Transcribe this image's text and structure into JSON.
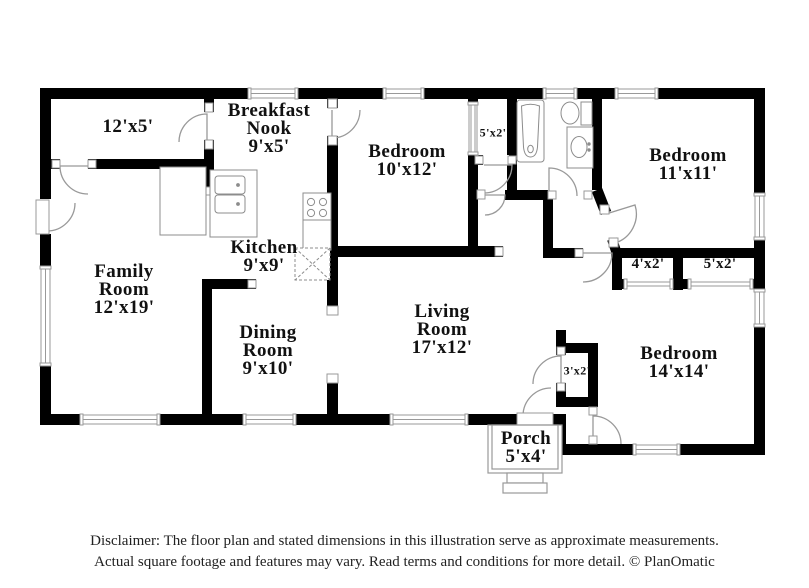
{
  "title": "Floor plan",
  "rooms": [
    {
      "id": "storage",
      "label": "12'x5'"
    },
    {
      "id": "breakfast-nook",
      "label": "Breakfast\nNook\n9'x5'"
    },
    {
      "id": "kitchen",
      "label": "Kitchen\n9'x9'"
    },
    {
      "id": "family-room",
      "label": "Family\nRoom\n12'x19'"
    },
    {
      "id": "dining-room",
      "label": "Dining\nRoom\n9'x10'"
    },
    {
      "id": "bedroom-1",
      "label": "Bedroom\n10'x12'"
    },
    {
      "id": "living-room",
      "label": "Living\nRoom\n17'x12'"
    },
    {
      "id": "bedroom-2",
      "label": "Bedroom\n11'x11'"
    },
    {
      "id": "bedroom-3",
      "label": "Bedroom\n14'x14'"
    },
    {
      "id": "porch",
      "label": "Porch\n5'x4'"
    },
    {
      "id": "closet-hall",
      "label": "5'x2'"
    },
    {
      "id": "closet-4x2",
      "label": "4'x2'"
    },
    {
      "id": "closet-5x2",
      "label": "5'x2'"
    },
    {
      "id": "closet-3x2",
      "label": "3'x2'"
    }
  ],
  "disclaimer": {
    "line1": "Disclaimer: The floor plan and stated dimensions in this illustration serve as approximate measurements.",
    "line2": "Actual square footage and features may vary. Read terms and conditions for more detail. © PlanOmatic"
  },
  "colors": {
    "wall": "#000000",
    "thin": "#999999",
    "text": "#111111"
  }
}
